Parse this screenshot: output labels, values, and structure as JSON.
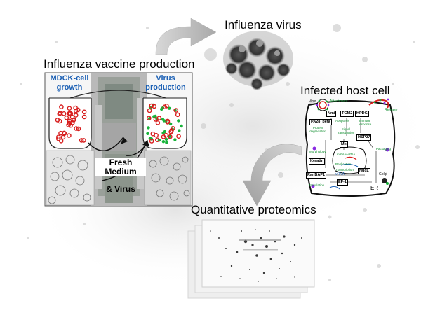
{
  "labels": {
    "influenza_virus": "Influenza virus",
    "vaccine_production": "Influenza vaccine production",
    "infected_host_cell": "Infected host cell",
    "quantitative_proteomics": "Quantitative proteomics"
  },
  "vaccine_panel": {
    "mdck_growth": "MDCK-cell growth",
    "virus_production": "Virus production",
    "fresh_medium": "Fresh Medium",
    "and_virus": "& Virus"
  },
  "host_cell": {
    "virus": "Virus",
    "attachment": "Attachment",
    "release": "Release",
    "boxes": {
      "nmi": "Nmi",
      "tgm2": "TGM2",
      "hpdg": "HPDG",
      "pa28_beta": "PA28_beta",
      "hsp27": "HSP27",
      "mx": "Mx",
      "keratin": "Keratin",
      "ranbap1": "RanBAP1",
      "nucl": "NucL",
      "ef1": "EF-1"
    },
    "green": {
      "apoptosis": "Apoptosis",
      "immune_response": "Immune response",
      "protein_degradation": "Protein degradation",
      "signal_transduction": "Signal transduction",
      "packaging": "Packaging",
      "morphology": "Morphology",
      "replication": "Replication",
      "transcription": "Transcription",
      "translation": "Translation",
      "mrna_vrna": "mRNA/vRNA"
    },
    "er": "ER",
    "golgi": "Golgi",
    "vrna": "vRNA"
  },
  "colors": {
    "title_blue": "#1a5fb4",
    "cell_red": "#d71d1d",
    "virus_green": "#18b33a",
    "pathway_green": "#0a8a2a",
    "arrow_gray": "#b4b4b4"
  }
}
